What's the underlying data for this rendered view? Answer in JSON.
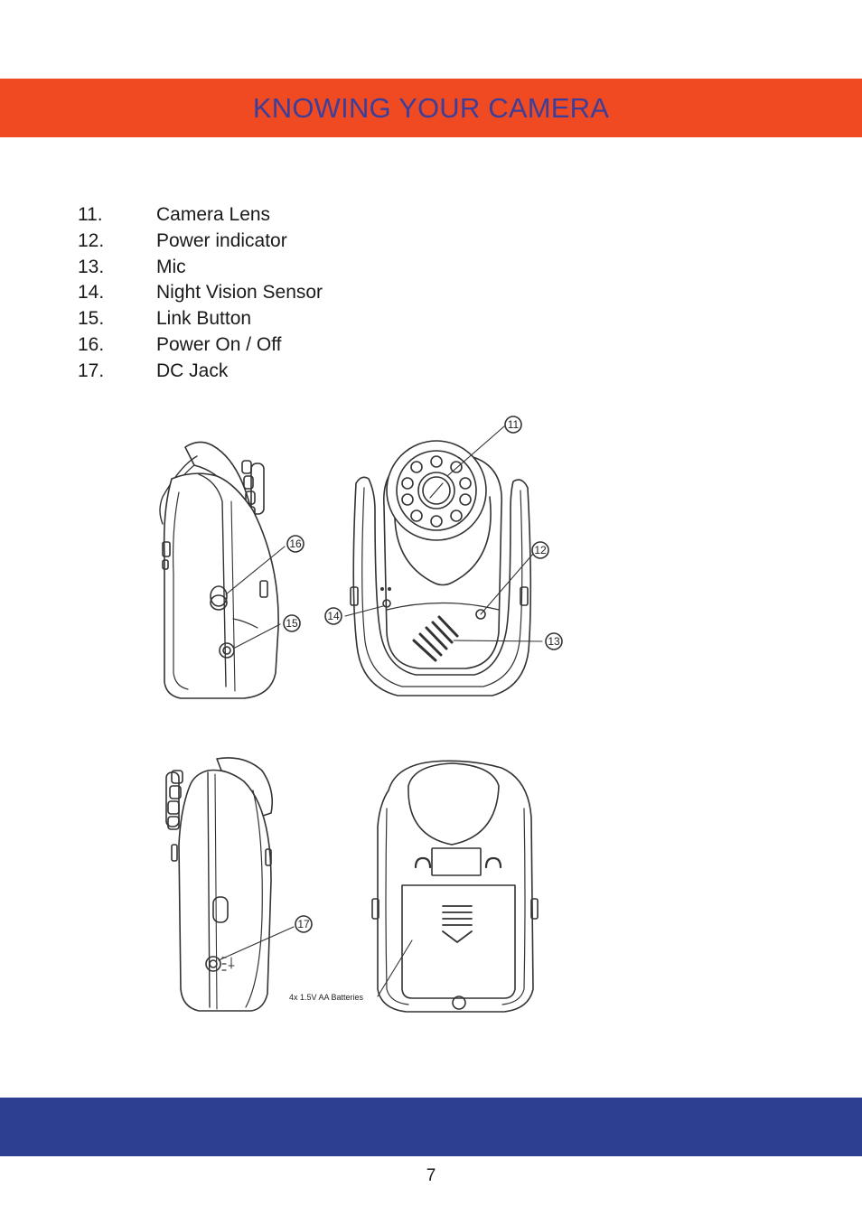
{
  "header": {
    "title": "KNOWING YOUR CAMERA"
  },
  "parts": [
    {
      "number": "11.",
      "label": "Camera Lens"
    },
    {
      "number": "12.",
      "label": "Power indicator"
    },
    {
      "number": "13.",
      "label": "Mic"
    },
    {
      "number": "14.",
      "label": "Night Vision Sensor"
    },
    {
      "number": "15.",
      "label": "Link Button"
    },
    {
      "number": "16.",
      "label": "Power On / Off"
    },
    {
      "number": "17.",
      "label": "DC Jack"
    }
  ],
  "diagram": {
    "callouts": {
      "c11": "11",
      "c12": "12",
      "c13": "13",
      "c14": "14",
      "c15": "15",
      "c16": "16",
      "c17": "17"
    },
    "battery_label": "4x 1.5V  AA Batteries"
  },
  "footer": {
    "page_number": "7"
  },
  "colors": {
    "header_band": "#f04a23",
    "header_text": "#3b3f9a",
    "footer_band": "#2d3f90"
  }
}
